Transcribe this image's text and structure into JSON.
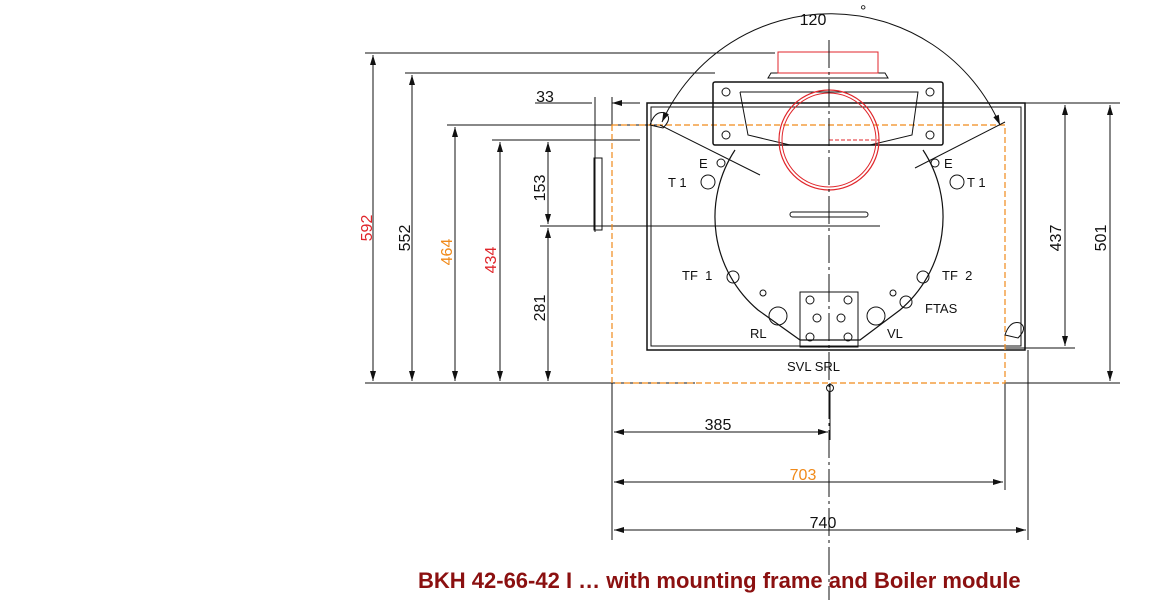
{
  "colors": {
    "red": "#e0262b",
    "orange": "#f08a1a",
    "line": "#111111",
    "caption": "#8b1010"
  },
  "angle": {
    "value": "120",
    "unit": "°"
  },
  "vertical_dims": {
    "d592": "592",
    "d552": "552",
    "d464": "464",
    "d434": "434",
    "d153": "153",
    "d281": "281",
    "d437": "437",
    "d501": "501"
  },
  "horizontal_dims": {
    "d33": "33",
    "d385": "385",
    "d703": "703",
    "d740": "740"
  },
  "labels": {
    "e_left": "E",
    "e_right": "E",
    "t1_left": "T 1",
    "t1_right": "T 1",
    "tf1": "TF  1",
    "tf2": "TF  2",
    "ftas": "FTAS",
    "rl": "RL",
    "vl": "VL",
    "svl_srl": "SVL SRL"
  },
  "caption": "BKH 42-66-42 I … with mounting frame and  Boiler module"
}
